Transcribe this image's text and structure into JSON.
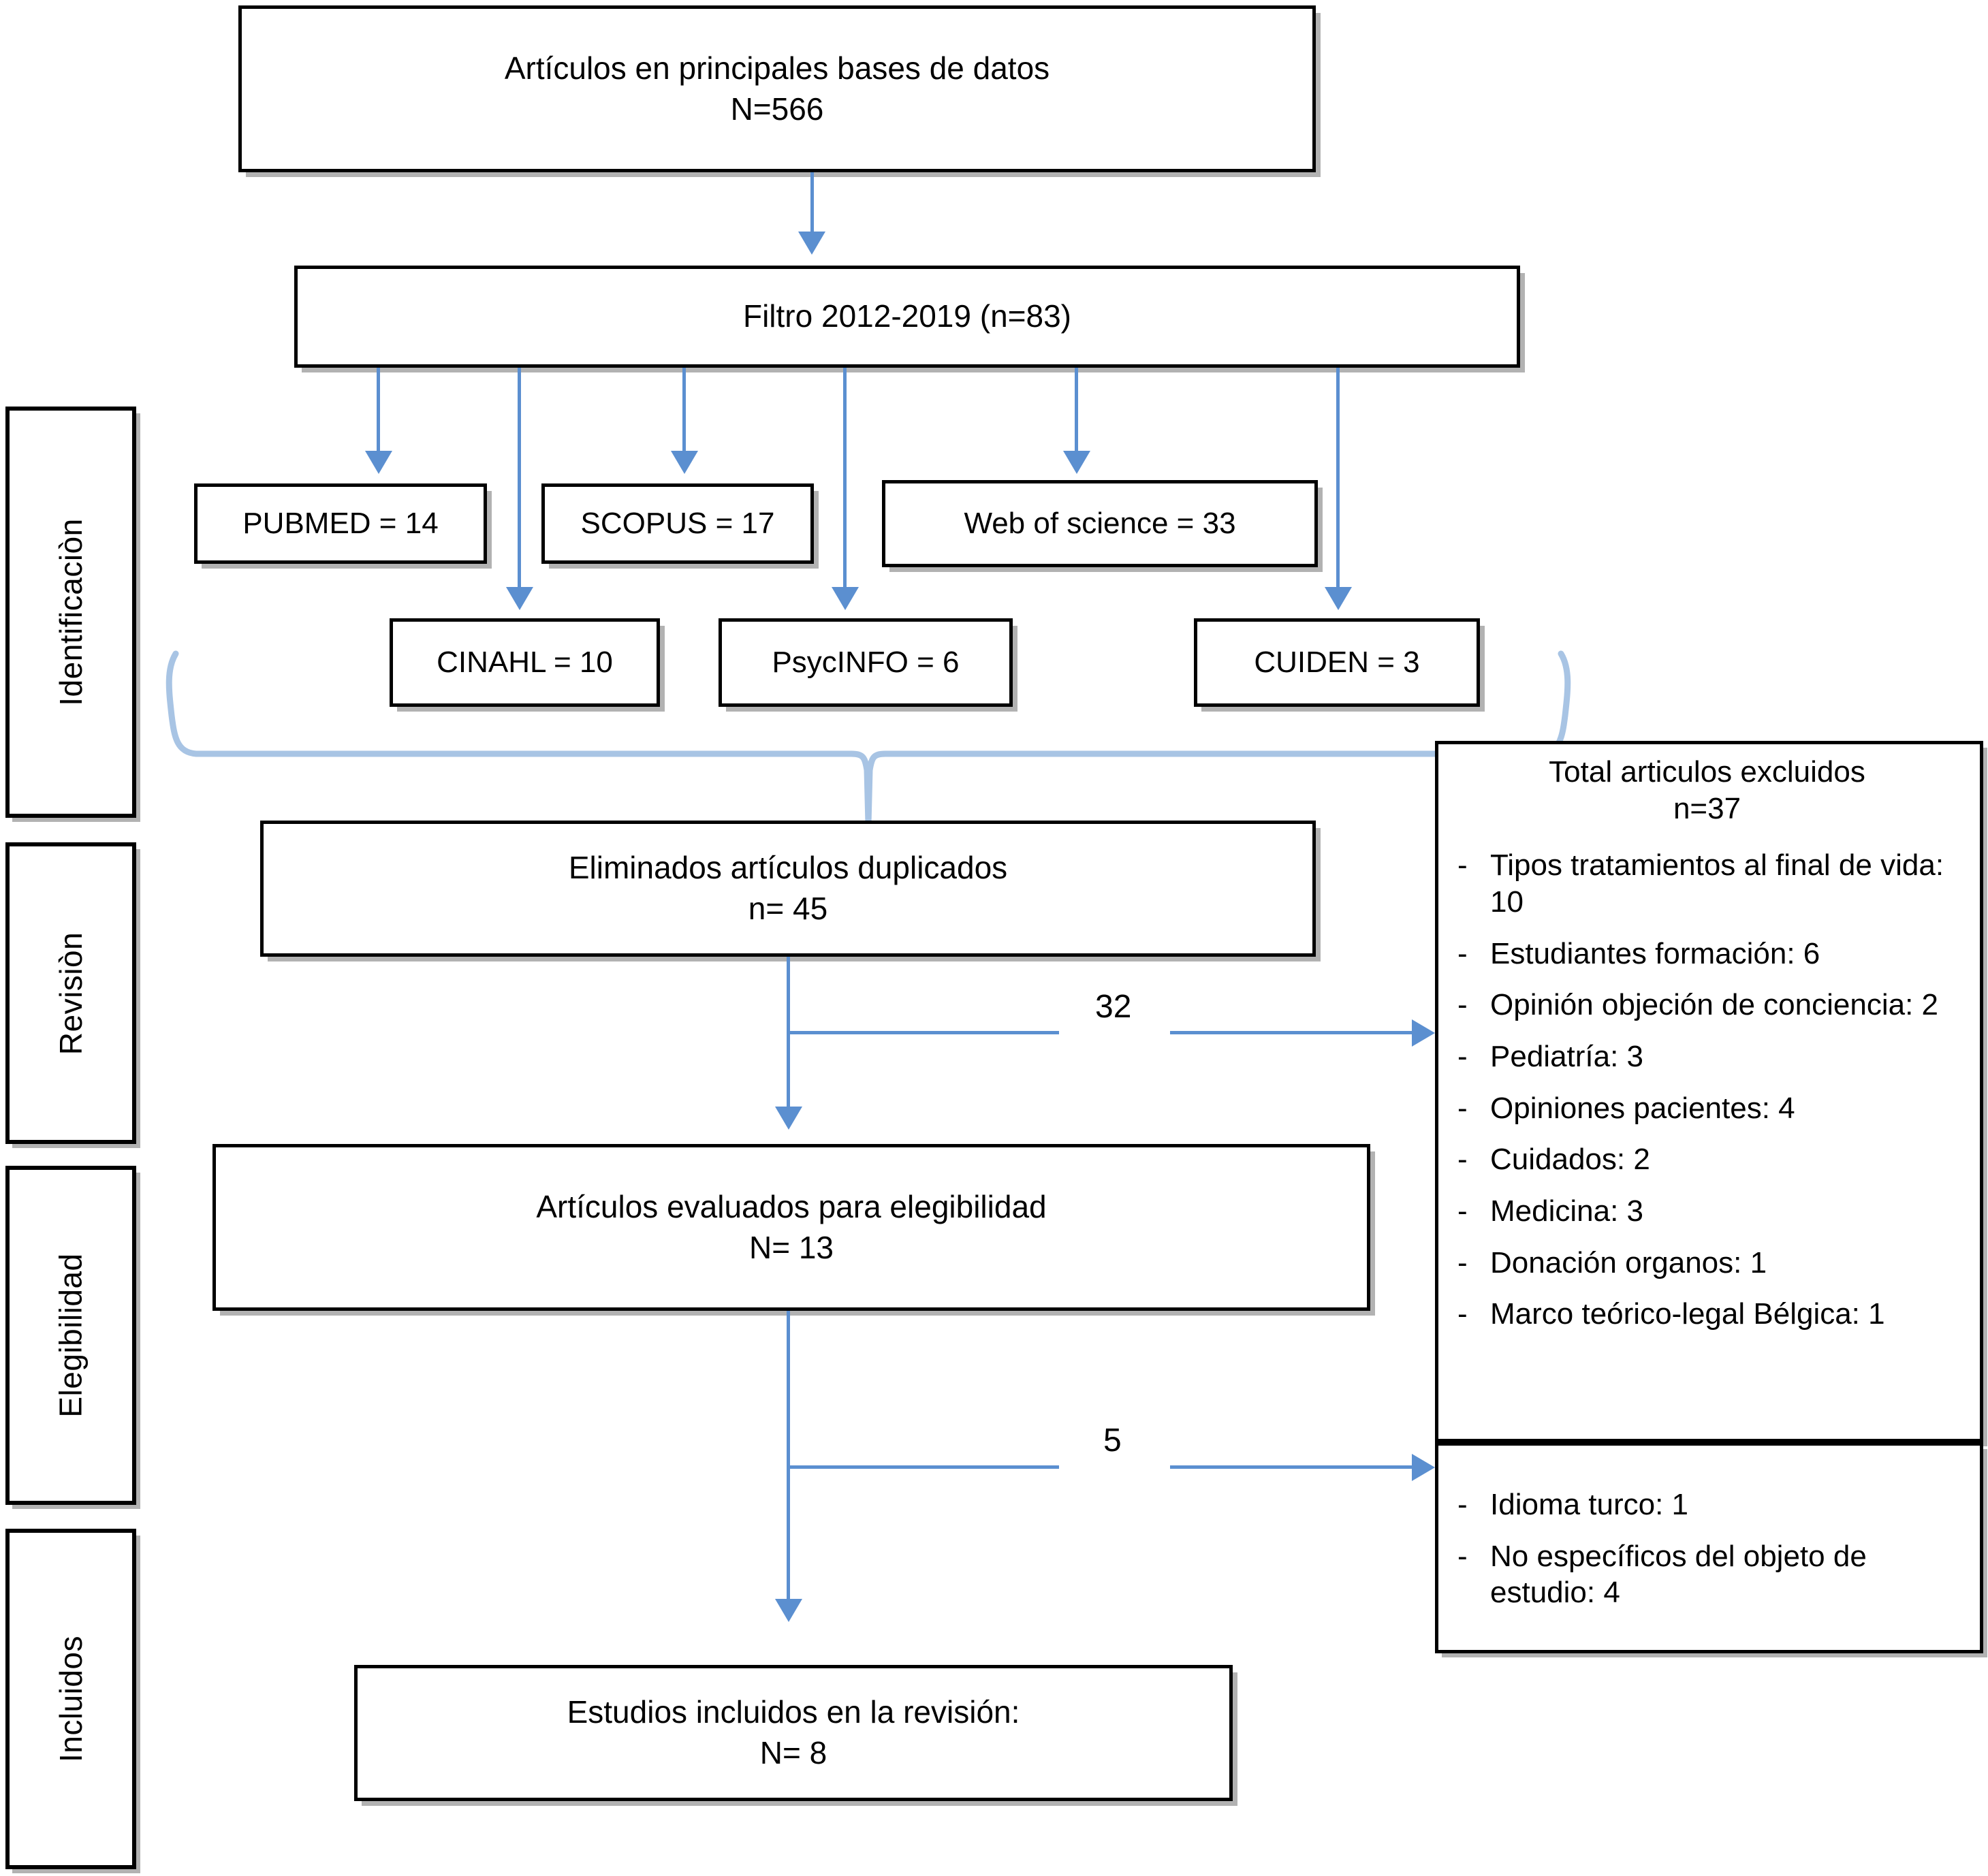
{
  "diagram": {
    "type": "prisma-flow-diagram",
    "language": "es",
    "accent_color": "#5b8fd0",
    "border_color": "#000000",
    "background": "#ffffff"
  },
  "phases": [
    {
      "id": "identificacion",
      "label": "Identificaciòn"
    },
    {
      "id": "revision",
      "label": "Revisiòn"
    },
    {
      "id": "elegibilidad",
      "label": "Elegibilidad"
    },
    {
      "id": "incluidos",
      "label": "Incluidos"
    }
  ],
  "boxes": {
    "records_identified": "Artículos en principales bases de datos\nN=566",
    "filter": "Filtro 2012-2019 (n=83)",
    "duplicates_removed": "Eliminados artículos duplicados\nn= 45",
    "assessed_eligibility": "Artículos evaluados para elegibilidad\nN= 13",
    "included_studies": "Estudios incluidos en la revisión:\nN= 8"
  },
  "databases": [
    {
      "id": "pubmed",
      "label": "PUBMED = 14"
    },
    {
      "id": "scopus",
      "label": "SCOPUS = 17"
    },
    {
      "id": "web-of-science",
      "label": "Web of science = 33"
    },
    {
      "id": "cinahl",
      "label": "CINAHL = 10"
    },
    {
      "id": "psycinfo",
      "label": "PsycINFO = 6"
    },
    {
      "id": "cuiden",
      "label": "CUIDEN = 3"
    }
  ],
  "edge_labels": {
    "screening_excluded": "32",
    "eligibility_excluded": "5"
  },
  "exclusions_top": {
    "title": "Total articulos excluidos\nn=37",
    "items": [
      "Tipos tratamientos al final de vida: 10",
      "Estudiantes formación: 6",
      "Opinión objeción de conciencia: 2",
      "Pediatría: 3",
      "Opiniones pacientes: 4",
      "Cuidados: 2",
      "Medicina: 3",
      "Donación organos: 1",
      "Marco teórico-legal Bélgica: 1"
    ]
  },
  "exclusions_bottom": {
    "items": [
      "Idioma turco: 1",
      "No específicos del objeto de estudio: 4"
    ]
  },
  "chart_data": {
    "type": "table",
    "title": "Artículos en principales bases de datos",
    "records_identified": 566,
    "after_year_filter_2012_2019": 83,
    "by_database": {
      "PUBMED": 14,
      "SCOPUS": 17,
      "Web of science": 33,
      "CINAHL": 10,
      "PsycINFO": 6,
      "CUIDEN": 3
    },
    "duplicates_removed": 45,
    "excluded_after_screening": 32,
    "assessed_for_eligibility": 13,
    "excluded_after_eligibility": 5,
    "included_in_review": 8,
    "total_excluded": 37,
    "exclusion_reasons": {
      "Tipos tratamientos al final de vida": 10,
      "Estudiantes formación": 6,
      "Opinión objeción de conciencia": 2,
      "Pediatría": 3,
      "Opiniones pacientes": 4,
      "Cuidados": 2,
      "Medicina": 3,
      "Donación organos": 1,
      "Marco teórico-legal Bélgica": 1,
      "Idioma turco": 1,
      "No específicos del objeto de estudio": 4
    }
  }
}
